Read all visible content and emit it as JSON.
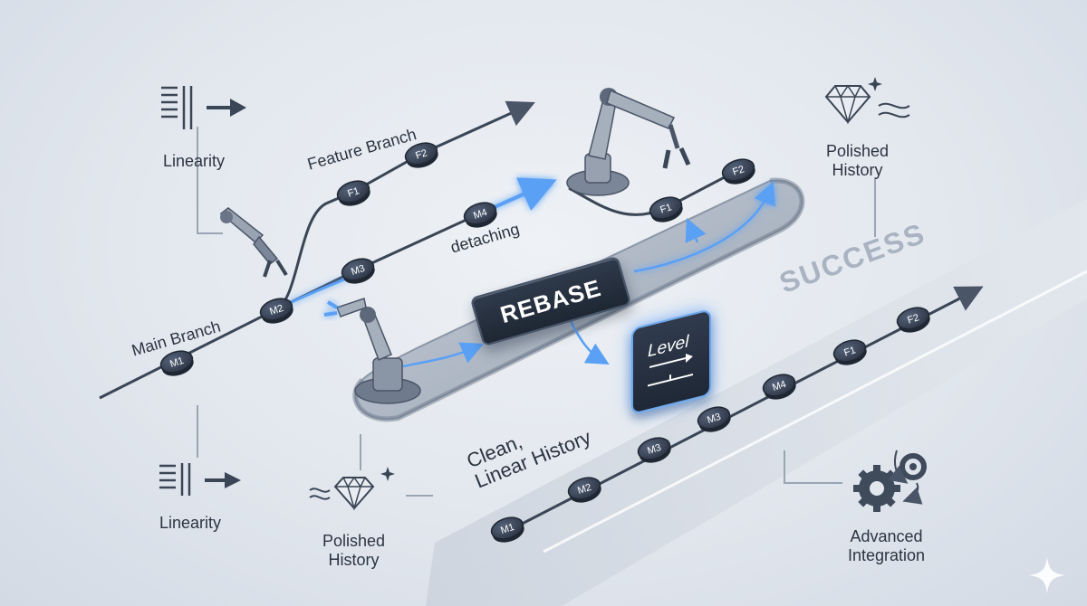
{
  "labels": {
    "linearity_top": "Linearity",
    "linearity_bottom": "Linearity",
    "feature_branch": "Feature Branch",
    "main_branch": "Main Branch",
    "detaching": "detaching",
    "rebase": "REBASE",
    "level": "Level",
    "success": "SUCCESS",
    "clean_line1": "Clean,",
    "clean_line2": "Linear History",
    "polished_top_line1": "Polished",
    "polished_top_line2": "History",
    "polished_bottom_line1": "Polished",
    "polished_bottom_line2": "History",
    "advanced_line1": "Advanced",
    "advanced_line2": "Integration"
  },
  "commits": {
    "main": [
      "M1",
      "M2",
      "M3",
      "M4"
    ],
    "feature": [
      "F1",
      "F2"
    ],
    "rebased_feature": [
      "F1",
      "F2"
    ],
    "linear": [
      "M1",
      "M2",
      "M3",
      "M3",
      "M4",
      "F1",
      "F2"
    ]
  },
  "icons": {
    "linearity": "linearity-icon",
    "arrow": "arrow-right-icon",
    "robot_arm": "robot-arm-icon",
    "diamond": "diamond-icon",
    "gears": "gears-icon",
    "sparkle": "sparkle-icon"
  },
  "colors": {
    "node_fill": "#3b4656",
    "node_text": "#ffffff",
    "line": "#3a4555",
    "glow": "#5aa0f5",
    "accent_dark": "#232c39"
  }
}
